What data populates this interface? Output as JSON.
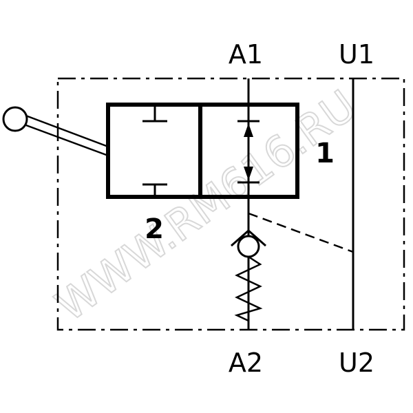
{
  "ports": {
    "a1": "A1",
    "u1": "U1",
    "a2": "A2",
    "u2": "U2"
  },
  "positions": {
    "first": "1",
    "second": "2"
  },
  "watermark": "WWW.RM616.RU",
  "colors": {
    "line": "#000000",
    "watermark": "#d8d8d8",
    "background": "#ffffff"
  }
}
